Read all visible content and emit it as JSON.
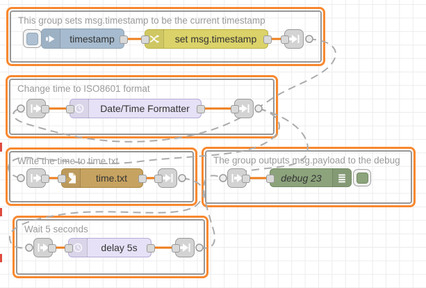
{
  "editor": {
    "name": "Node-RED flow editor canvas"
  },
  "groups": [
    {
      "title": "This group sets msg.timestamp to be the current timestamp"
    },
    {
      "title": "Change time to ISO8601 format"
    },
    {
      "title": "Write the time to time.txt"
    },
    {
      "title": "The group outputs msg.payload to the debug"
    },
    {
      "title": "Wait 5 seconds"
    }
  ],
  "nodes": {
    "inject": {
      "label": "timestamp",
      "color": "#a6bbcf"
    },
    "change": {
      "label": "set msg.timestamp",
      "color": "#DBD269"
    },
    "formatter": {
      "label": "Date/Time Formatter",
      "color": "#E6E1F6"
    },
    "file": {
      "label": "time.txt",
      "color": "#C7A361"
    },
    "debug": {
      "label": "debug 23",
      "color": "#8CA37C"
    },
    "delay": {
      "label": "delay 5s",
      "color": "#E6E1F6"
    }
  },
  "colors": {
    "group_border": "#F8882F",
    "group_inner_border": "#979797",
    "wire": "#ED7D1B",
    "link_wire": "#ababab",
    "link_node": "#d3d3d3",
    "grid": "#ececec"
  }
}
